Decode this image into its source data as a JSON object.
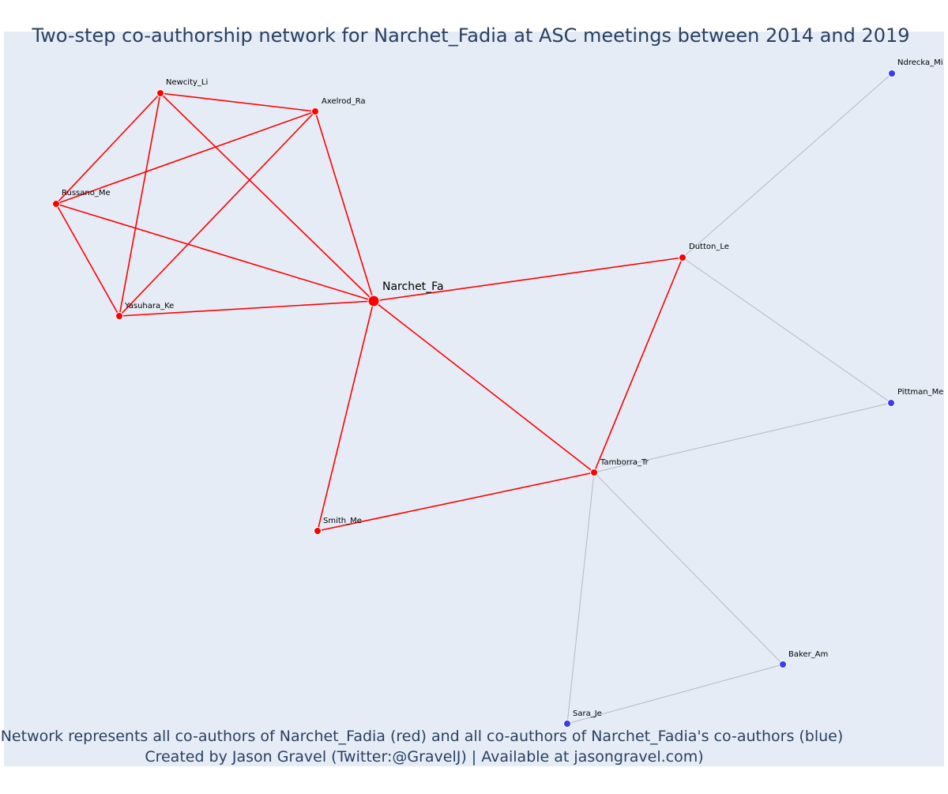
{
  "title": "Two-step co-authorship network for Narchet_Fadia at ASC meetings between 2014 and 2019",
  "caption": {
    "line1": "Network represents all co-authors of Narchet_Fadia (red) and all co-authors of Narchet_Fadia's co-authors (blue)",
    "line2": "Created by Jason Gravel (Twitter:@GravelJ) | Available at jasongravel.com)"
  },
  "colors": {
    "background": "#e5ecf6",
    "first_step": "#ff0000",
    "second_step": "#3b3bf0",
    "second_step_edge": "#b4b8c8",
    "text": "#2a3f5f"
  },
  "nodes": [
    {
      "id": "Narchet_Fa",
      "label": "Narchet_Fa",
      "group": "ego"
    },
    {
      "id": "Newcity_Li",
      "label": "Newcity_Li",
      "group": "first"
    },
    {
      "id": "Axelrod_Ra",
      "label": "Axelrod_Ra",
      "group": "first"
    },
    {
      "id": "Russano_Me",
      "label": "Russano_Me",
      "group": "first"
    },
    {
      "id": "Yasuhara_Ke",
      "label": "Yasuhara_Ke",
      "group": "first"
    },
    {
      "id": "Dutton_Le",
      "label": "Dutton_Le",
      "group": "first"
    },
    {
      "id": "Tamborra_Tr",
      "label": "Tamborra_Tr",
      "group": "first"
    },
    {
      "id": "Smith_Me",
      "label": "Smith_Me",
      "group": "first"
    },
    {
      "id": "Ndrecka_Mi",
      "label": "Ndrecka_Mi",
      "group": "second"
    },
    {
      "id": "Pittman_Me",
      "label": "Pittman_Me",
      "group": "second"
    },
    {
      "id": "Baker_Am",
      "label": "Baker_Am",
      "group": "second"
    },
    {
      "id": "Sara_Je",
      "label": "Sara_Je",
      "group": "second"
    }
  ],
  "edges": [
    {
      "source": "Newcity_Li",
      "target": "Axelrod_Ra",
      "group": "first"
    },
    {
      "source": "Newcity_Li",
      "target": "Russano_Me",
      "group": "first"
    },
    {
      "source": "Newcity_Li",
      "target": "Yasuhara_Ke",
      "group": "first"
    },
    {
      "source": "Newcity_Li",
      "target": "Narchet_Fa",
      "group": "first"
    },
    {
      "source": "Axelrod_Ra",
      "target": "Russano_Me",
      "group": "first"
    },
    {
      "source": "Axelrod_Ra",
      "target": "Yasuhara_Ke",
      "group": "first"
    },
    {
      "source": "Axelrod_Ra",
      "target": "Narchet_Fa",
      "group": "first"
    },
    {
      "source": "Russano_Me",
      "target": "Yasuhara_Ke",
      "group": "first"
    },
    {
      "source": "Russano_Me",
      "target": "Narchet_Fa",
      "group": "first"
    },
    {
      "source": "Yasuhara_Ke",
      "target": "Narchet_Fa",
      "group": "first"
    },
    {
      "source": "Narchet_Fa",
      "target": "Dutton_Le",
      "group": "first"
    },
    {
      "source": "Narchet_Fa",
      "target": "Tamborra_Tr",
      "group": "first"
    },
    {
      "source": "Narchet_Fa",
      "target": "Smith_Me",
      "group": "first"
    },
    {
      "source": "Dutton_Le",
      "target": "Tamborra_Tr",
      "group": "first"
    },
    {
      "source": "Tamborra_Tr",
      "target": "Smith_Me",
      "group": "first"
    },
    {
      "source": "Dutton_Le",
      "target": "Ndrecka_Mi",
      "group": "second"
    },
    {
      "source": "Dutton_Le",
      "target": "Pittman_Me",
      "group": "second"
    },
    {
      "source": "Tamborra_Tr",
      "target": "Pittman_Me",
      "group": "second"
    },
    {
      "source": "Tamborra_Tr",
      "target": "Baker_Am",
      "group": "second"
    },
    {
      "source": "Tamborra_Tr",
      "target": "Sara_Je",
      "group": "second"
    },
    {
      "source": "Sara_Je",
      "target": "Baker_Am",
      "group": "second"
    }
  ]
}
